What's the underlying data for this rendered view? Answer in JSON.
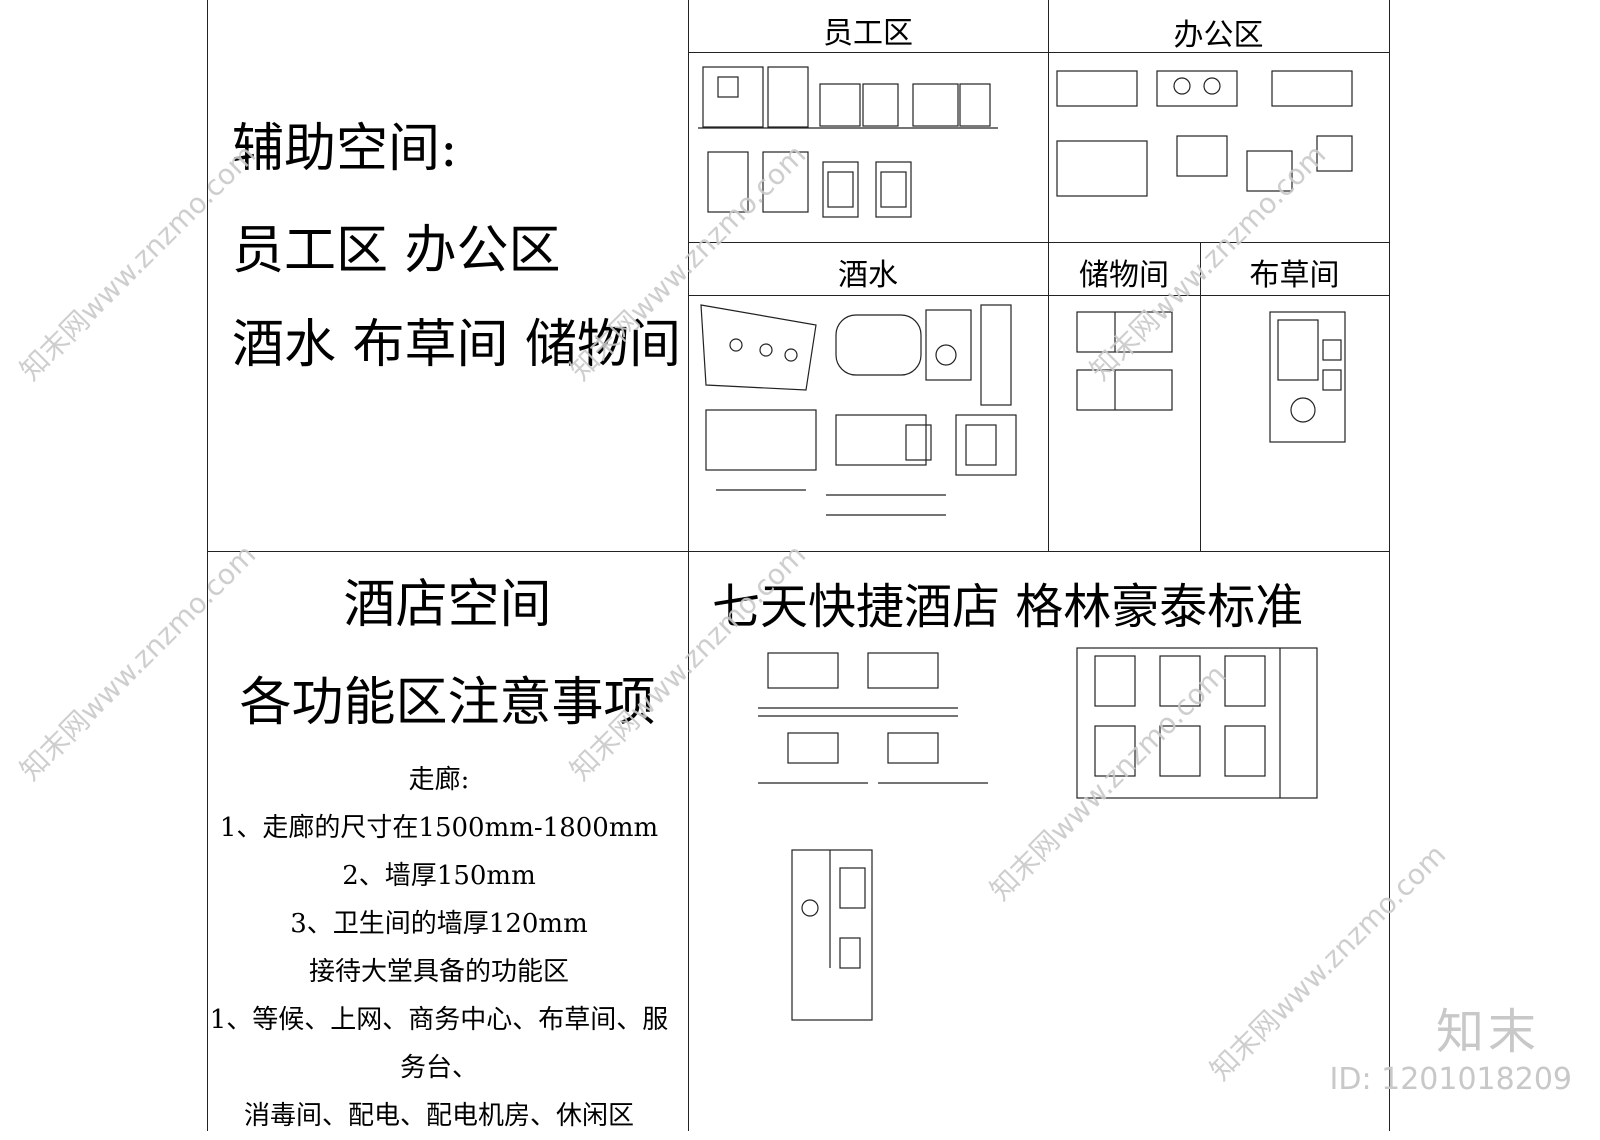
{
  "left_top": {
    "line1": "辅助空间:",
    "line2": "员工区  办公区",
    "line3": "酒水  布草间  储物间"
  },
  "headers": {
    "staff": "员工区",
    "office": "办公区",
    "drinks": "酒水",
    "storage": "储物间",
    "linen": "布草间"
  },
  "left_bottom": {
    "title1": "酒店空间",
    "title2": "各功能区注意事项",
    "notes": [
      "走廊:",
      "1、走廊的尺寸在1500mm-1800mm",
      "2、墙厚150mm",
      "3、卫生间的墙厚120mm",
      "接待大堂具备的功能区",
      "1、等候、上网、商务中心、布草间、服务台、",
      "消毒间、配电、配电机房、休闲区"
    ]
  },
  "right_bottom": {
    "title": "七天快捷酒店   格林豪泰标准"
  },
  "watermark": {
    "text": "知末网www.znzmo.com",
    "logo": "知末",
    "id": "ID: 1201018209"
  }
}
